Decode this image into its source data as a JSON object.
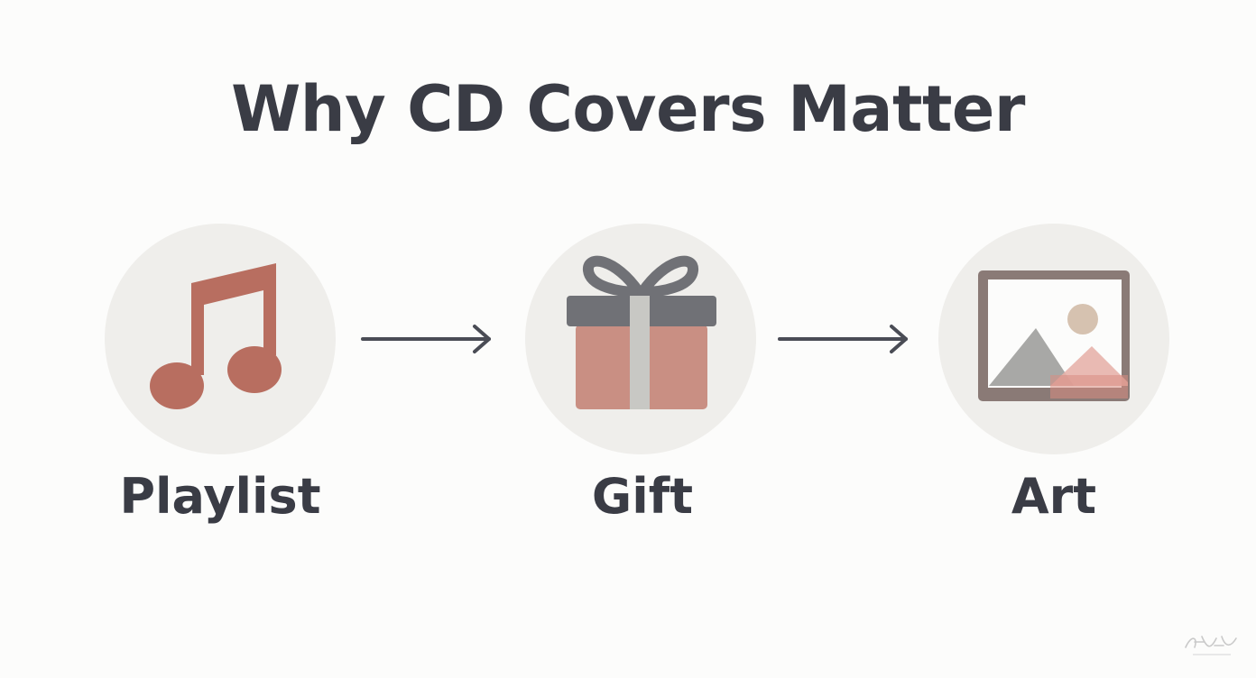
{
  "title": "Why CD Covers Matter",
  "steps": [
    {
      "label": "Playlist",
      "icon": "music-note-icon"
    },
    {
      "label": "Gift",
      "icon": "gift-box-icon"
    },
    {
      "label": "Art",
      "icon": "picture-frame-icon"
    }
  ],
  "connectors": [
    "arrow-right-icon",
    "arrow-right-icon"
  ],
  "colors": {
    "background": "#fcfcfb",
    "circle": "#efeeeb",
    "text": "#3a3c45",
    "terracotta": "#b86e60",
    "gift_body": "#c98f83",
    "gift_lid": "#707176",
    "ribbon": "#c8c8c4",
    "frame": "#8a7a76",
    "mountain_gray": "#a8a8a6",
    "mountain_pink": "#e7b3ab",
    "sun": "#d6c2b0",
    "arrow": "#4a4c55"
  }
}
